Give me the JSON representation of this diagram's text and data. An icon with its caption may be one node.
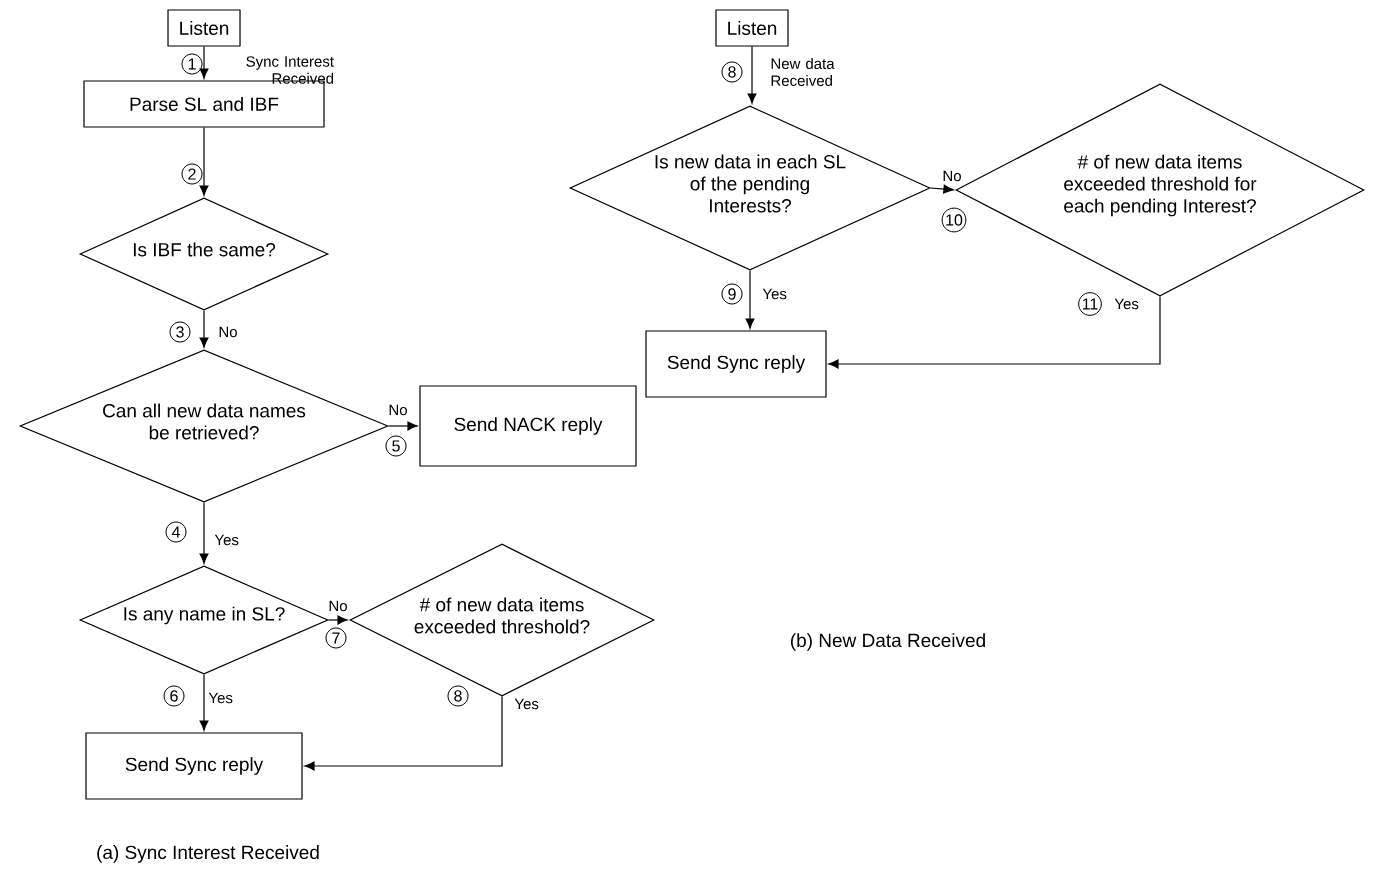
{
  "diagram": {
    "nodes": [
      {
        "text": [
          "Listen"
        ]
      },
      {
        "text": [
          "Parse SL and IBF"
        ]
      },
      {
        "text": [
          "Is IBF the same?"
        ]
      },
      {
        "text": [
          "Can all new data names be retrieved?"
        ]
      },
      {
        "text": [
          "Send NACK reply"
        ]
      },
      {
        "text": [
          "Is any name in SL?"
        ]
      },
      {
        "text": [
          "# of new data items exceeded threshold?"
        ]
      },
      {
        "text": [
          "Send Sync reply"
        ]
      },
      {
        "text": [
          "Listen"
        ]
      },
      {
        "text": [
          "Is new data in each SL of the pending Interests?"
        ]
      },
      {
        "text": [
          "# of new data items exceeded threshold for each pending Interest?"
        ]
      },
      {
        "text": [
          "Send Sync reply"
        ]
      }
    ],
    "edges": [
      {
        "from": 0,
        "to": 1,
        "arrow": "to",
        "label": "Sync Interest Received"
      },
      {
        "from": 1,
        "to": 2,
        "arrow": "to"
      },
      {
        "from": 2,
        "to": 3,
        "arrow": "to",
        "label": "No"
      },
      {
        "from": 3,
        "to": 4,
        "arrow": "to",
        "label": "No"
      },
      {
        "from": 3,
        "to": 5,
        "arrow": "to",
        "label": "Yes"
      },
      {
        "from": 5,
        "to": 6,
        "arrow": "to",
        "label": "No"
      },
      {
        "from": 5,
        "to": 7,
        "arrow": "to",
        "label": "Yes"
      },
      {
        "from": 6,
        "to": 7,
        "arrow": "to",
        "label": "Yes"
      },
      {
        "from": 8,
        "to": 9,
        "arrow": "to",
        "label": "New data Received"
      },
      {
        "from": 9,
        "to": 10,
        "arrow": "to",
        "label": "No"
      },
      {
        "from": 9,
        "to": 11,
        "arrow": "to",
        "label": "Yes"
      },
      {
        "from": 10,
        "to": 11,
        "arrow": "to",
        "label": "Yes"
      }
    ],
    "labels": [
      "1",
      "2",
      "3",
      "4",
      "5",
      "6",
      "7",
      "8",
      "8",
      "9",
      "10",
      "11",
      "(b) New Data Received",
      "(a) Sync Interest Received"
    ]
  }
}
